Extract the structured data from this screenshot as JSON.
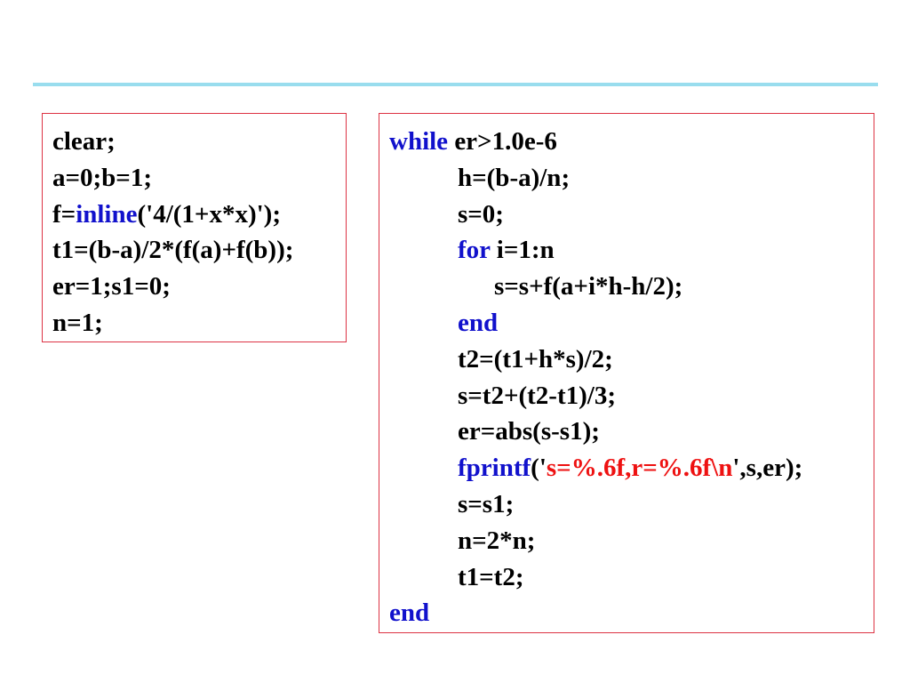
{
  "left_block": {
    "line1": "clear;",
    "line2": "a=0;b=1;",
    "line3_pre": "f=",
    "line3_kw": "inline",
    "line3_post": "('4/(1+x*x)');",
    "line4": "t1=(b-a)/2*(f(a)+f(b));",
    "line5": "er=1;s1=0;",
    "line6": "n=1;"
  },
  "right_block": {
    "while_kw": "while",
    "while_cond": " er>1.0e-6",
    "h_line": "h=(b-a)/n;",
    "s0_line": "s=0;",
    "for_kw": "for",
    "for_range": " i=1:n",
    "sum_line": "s=s+f(a+i*h-h/2);",
    "inner_end": "end",
    "t2_line": "t2=(t1+h*s)/2;",
    "s_line": "s=t2+(t2-t1)/3;",
    "er_line": "er=abs(s-s1);",
    "fprintf_kw": "fprintf",
    "fprintf_open": "('",
    "fprintf_fmt": "s=%.6f,r=%.6f\\n",
    "fprintf_close": "',s,er);",
    "s1_line": "s=s1;",
    "n_line": "n=2*n;",
    "t1_line": "t1=t2;",
    "outer_end": "end"
  },
  "colors": {
    "keyword": "#1111cc",
    "string": "#ee1111",
    "box_border": "#dd3344",
    "top_rule": "#99ddee"
  }
}
